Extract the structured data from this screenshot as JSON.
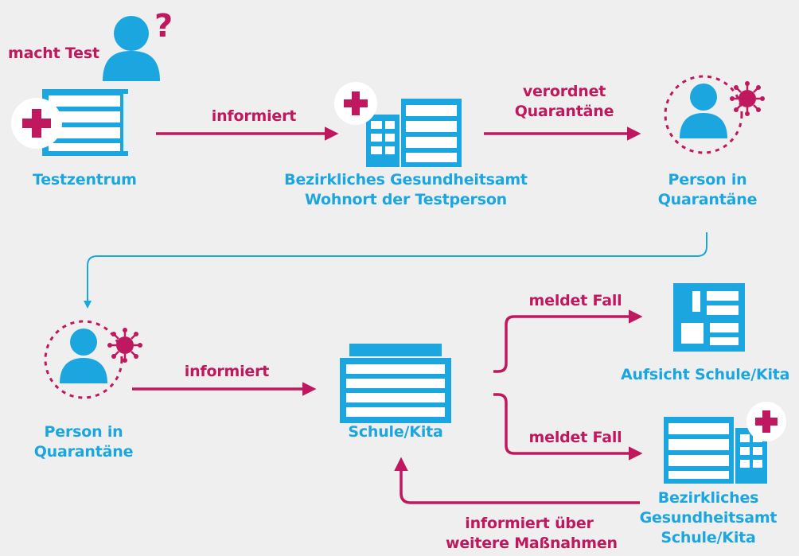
{
  "colors": {
    "background": "#efefef",
    "blue": "#1ba6e0",
    "magenta": "#c0185f",
    "circle": "#ffffff"
  },
  "nodes": {
    "test_person_label": "macht Test",
    "question_mark": "?",
    "testzentrum": "Testzentrum",
    "gesundheitsamt_wohnort": [
      "Bezirkliches Gesundheitsamt",
      "Wohnort der Testperson"
    ],
    "person_quarantine_1": [
      "Person in",
      "Quarantäne"
    ],
    "person_quarantine_2": [
      "Person in",
      "Quarantäne"
    ],
    "schule_kita": "Schule/Kita",
    "aufsicht": "Aufsicht Schule/Kita",
    "gesundheitsamt_schule": [
      "Bezirkliches",
      "Gesundheitsamt",
      "Schule/Kita"
    ]
  },
  "edges": {
    "informiert_1": "informiert",
    "verordnet": [
      "verordnet",
      "Quarantäne"
    ],
    "informiert_2": "informiert",
    "meldet_fall_1": "meldet Fall",
    "meldet_fall_2": "meldet Fall",
    "informiert_ueber": [
      "informiert über",
      "weitere Maßnahmen"
    ]
  },
  "icons": [
    "person-icon",
    "question-mark-icon",
    "medical-cross-icon",
    "building-icon",
    "virus-icon",
    "quarantine-ring-icon"
  ]
}
